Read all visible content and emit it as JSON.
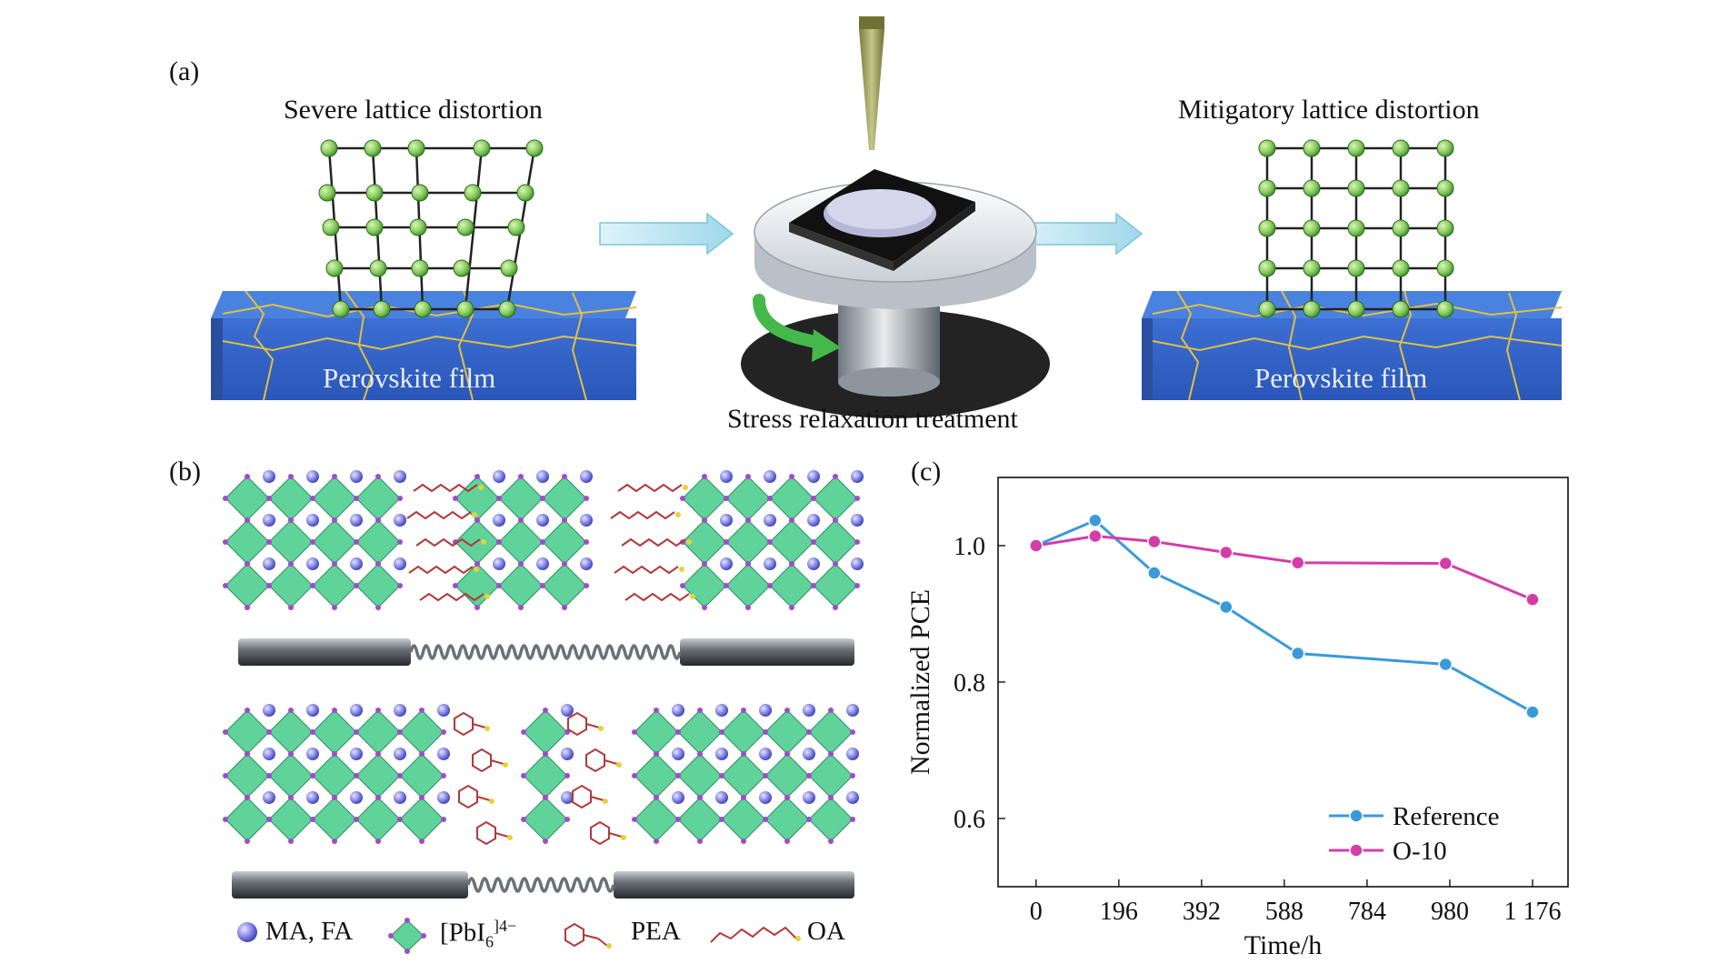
{
  "figure": {
    "panel_a": {
      "label": "(a)",
      "left_title": "Severe lattice distortion",
      "right_title": "Mitigatory lattice distortion",
      "left_film": "Perovskite film",
      "right_film": "Perovskite film",
      "treatment": "Stress relaxation treatment"
    },
    "panel_b": {
      "label": "(b)",
      "legend": {
        "ma_fa": "MA, FA",
        "pbi6": "[PbI",
        "pbi6_sub": "6",
        "pbi6_sup": "]4−",
        "pea": "PEA",
        "oa": "OA"
      }
    },
    "panel_c": {
      "label": "(c)"
    }
  },
  "colors": {
    "reference": "#3a9ad9",
    "o10": "#d63ca8",
    "film": "#2f63c9",
    "grain": "#e0c040",
    "octahedron": "#5fd39a",
    "node": "#8ad46a"
  },
  "chart_data": {
    "type": "line",
    "title": "",
    "xlabel": "Time/h",
    "ylabel": "Normalized PCE",
    "x_ticks": [
      "0",
      "196",
      "392",
      "588",
      "784",
      "980",
      "1 176"
    ],
    "y_ticks": [
      "0.6",
      "0.8",
      "1.0"
    ],
    "xlim": [
      -90,
      1260
    ],
    "ylim": [
      0.5,
      1.1
    ],
    "legend_position": "bottom-right",
    "series": [
      {
        "name": "Reference",
        "color": "#3a9ad9",
        "x": [
          0,
          140,
          280,
          450,
          620,
          970,
          1176
        ],
        "y": [
          1.0,
          1.037,
          0.96,
          0.91,
          0.842,
          0.826,
          0.756
        ]
      },
      {
        "name": "O-10",
        "color": "#d63ca8",
        "x": [
          0,
          140,
          280,
          450,
          620,
          970,
          1176
        ],
        "y": [
          1.0,
          1.014,
          1.006,
          0.99,
          0.975,
          0.974,
          0.921
        ]
      }
    ]
  }
}
